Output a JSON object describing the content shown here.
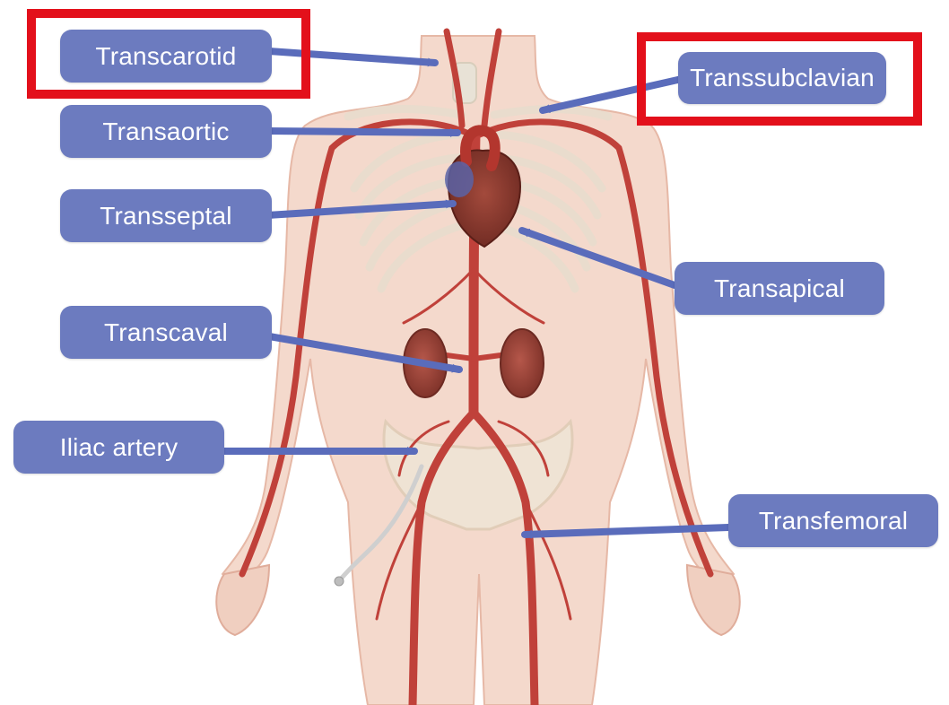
{
  "colors": {
    "label_fill": "#6c7bbf",
    "label_text": "#ffffff",
    "arrow": "#5a6cbb",
    "highlight_border": "#e3101b",
    "artery": "#c0413a",
    "skin": "#f4d9cc"
  },
  "labels": {
    "transcarotid": "Transcarotid",
    "transsubclavian": "Transsubclavian",
    "transaortic": "Transaortic",
    "transseptal": "Transseptal",
    "transapical": "Transapical",
    "transcaval": "Transcaval",
    "iliac_artery": "Iliac artery",
    "transfemoral": "Transfemoral"
  },
  "highlighted_access_routes": [
    "Transcarotid",
    "Transsubclavian"
  ]
}
